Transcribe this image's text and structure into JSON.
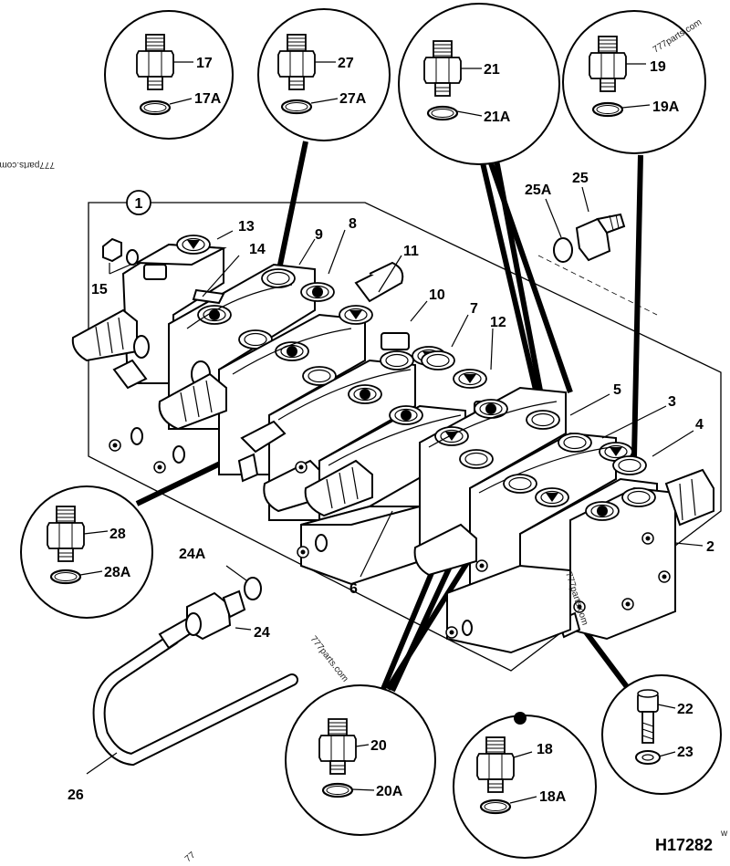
{
  "watermarks": {
    "top_right": "777parts.com",
    "left_mirrored": "777parts.com",
    "center_rotated": "777parts.com",
    "right_rotated": "777parts.com",
    "bottom_small": "77"
  },
  "figure_code": "H17282",
  "figure_code_suffix": "w",
  "callout_1": "1",
  "labels": {
    "n2": "2",
    "n3": "3",
    "n4": "4",
    "n5": "5",
    "n6": "6",
    "n7": "7",
    "n8": "8",
    "n9": "9",
    "n10": "10",
    "n11": "11",
    "n12": "12",
    "n13": "13",
    "n14": "14",
    "n15": "15",
    "n24": "24",
    "n24a": "24A",
    "n25": "25",
    "n25a": "25A",
    "n26": "26"
  },
  "detail_circles": {
    "c17": {
      "fitting": "17",
      "seal": "17A"
    },
    "c27": {
      "fitting": "27",
      "seal": "27A"
    },
    "c21": {
      "fitting": "21",
      "seal": "21A"
    },
    "c19": {
      "fitting": "19",
      "seal": "19A"
    },
    "c28": {
      "fitting": "28",
      "seal": "28A"
    },
    "c20": {
      "fitting": "20",
      "seal": "20A"
    },
    "c18": {
      "fitting": "18",
      "seal": "18A"
    },
    "c22": {
      "bolt": "22",
      "washer": "23"
    }
  }
}
